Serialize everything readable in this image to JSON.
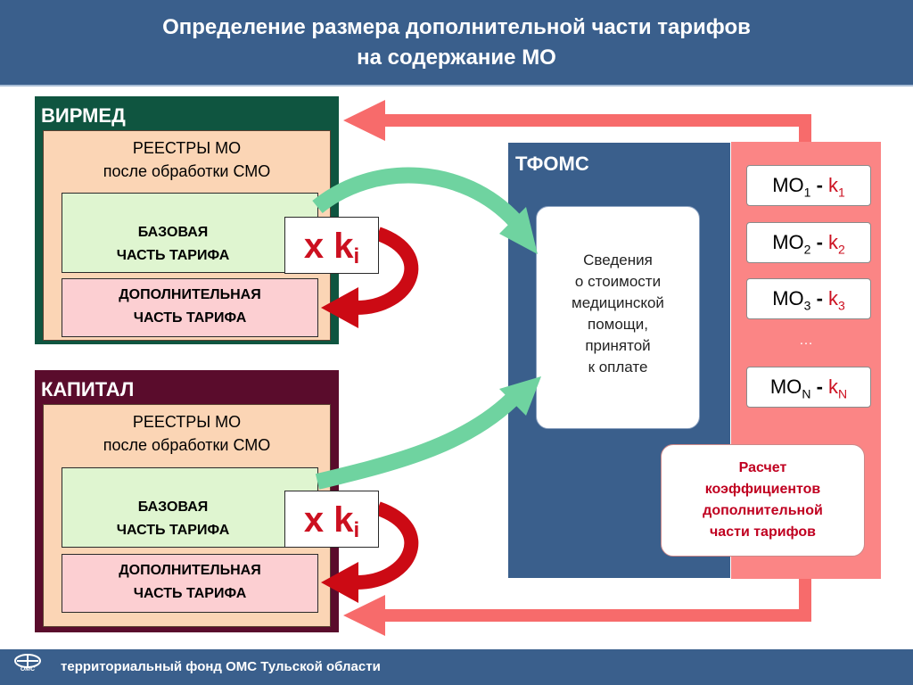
{
  "header": {
    "title_line1": "Определение размера дополнительной части тарифов",
    "title_line2": "на содержание МО"
  },
  "orgs": [
    {
      "name": "ВИРМЕД",
      "registry_line1": "РЕЕСТРЫ МО",
      "registry_line2": "после обработки СМО",
      "base_line1": "БАЗОВАЯ",
      "base_line2": "ЧАСТЬ ТАРИФА",
      "multiplier": "x k",
      "multiplier_sub": "i",
      "extra_line1": "ДОПОЛНИТЕЛЬНАЯ",
      "extra_line2": "ЧАСТЬ ТАРИФА"
    },
    {
      "name": "КАПИТАЛ",
      "registry_line1": "РЕЕСТРЫ МО",
      "registry_line2": "после обработки СМО",
      "base_line1": "БАЗОВАЯ",
      "base_line2": "ЧАСТЬ ТАРИФА",
      "multiplier": "x k",
      "multiplier_sub": "i",
      "extra_line1": "ДОПОЛНИТЕЛЬНАЯ",
      "extra_line2": "ЧАСТЬ ТАРИФА"
    }
  ],
  "tfoms": {
    "title": "ТФОМС",
    "info_lines": [
      "Сведения",
      "о стоимости",
      "медицинской",
      "помощи,",
      "принятой",
      "к оплате"
    ]
  },
  "coefficients": {
    "items": [
      {
        "mo": "МО",
        "mo_sub": "1",
        "sep": "-",
        "k": "k",
        "k_sub": "1"
      },
      {
        "mo": "МО",
        "mo_sub": "2",
        "sep": "-",
        "k": "k",
        "k_sub": "2"
      },
      {
        "mo": "МО",
        "mo_sub": "3",
        "sep": "-",
        "k": "k",
        "k_sub": "3"
      },
      {
        "mo": "МО",
        "mo_sub": "N",
        "sep": "-",
        "k": "k",
        "k_sub": "N"
      }
    ],
    "ellipsis": "…",
    "calc_lines": [
      "Расчет",
      "коэффициентов",
      "дополнительной",
      "части тарифов"
    ]
  },
  "footer": {
    "text": "территориальный фонд ОМС Тульской области",
    "logo_text": "ОМС"
  },
  "colors": {
    "header_bg": "#3a5f8c",
    "virmed_bg": "#0f5540",
    "kapital_bg": "#5a0c2c",
    "green_arrow": "#6fd3a0",
    "red_arrow": "#cc0a14",
    "pink_arrow": "#f76b6b",
    "accent_red": "#cc1020"
  }
}
